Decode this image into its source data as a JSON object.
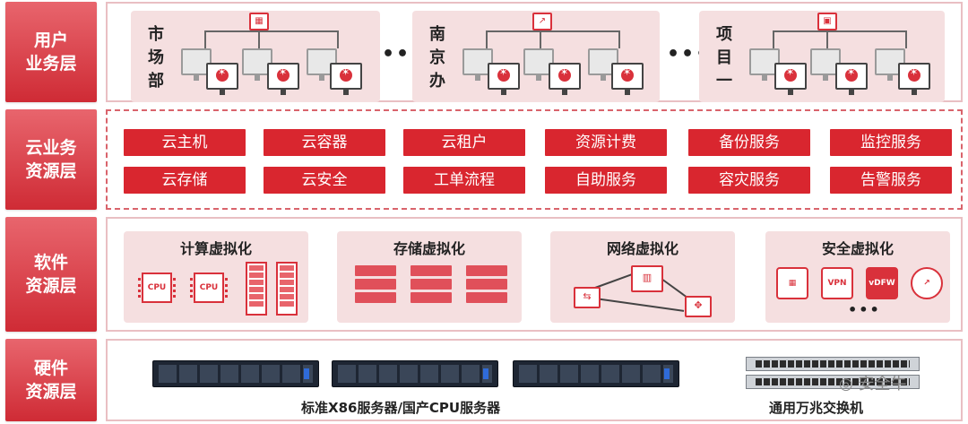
{
  "layers": {
    "user": {
      "label": [
        "用户",
        "业务层"
      ],
      "departments": [
        {
          "name": [
            "市",
            "场",
            "部"
          ]
        },
        {
          "name": [
            "南",
            "京",
            "办"
          ]
        },
        {
          "name": [
            "项",
            "目",
            "一"
          ]
        }
      ],
      "ellipsis": "•••"
    },
    "cloud": {
      "label": [
        "云业务",
        "资源层"
      ],
      "services": [
        "云主机",
        "云容器",
        "云租户",
        "资源计费",
        "备份服务",
        "监控服务",
        "云存储",
        "云安全",
        "工单流程",
        "自助服务",
        "容灾服务",
        "告警服务"
      ]
    },
    "software": {
      "label": [
        "软件",
        "资源层"
      ],
      "cards": [
        {
          "title": "计算虚拟化",
          "chip_label": "CPU"
        },
        {
          "title": "存储虚拟化"
        },
        {
          "title": "网络虚拟化"
        },
        {
          "title": "安全虚拟化",
          "vpn_label": "VPN",
          "vdfw_label": "vDFW",
          "ellipsis": "•••"
        }
      ]
    },
    "hardware": {
      "label": [
        "硬件",
        "资源层"
      ],
      "server_caption": "标准X86服务器/国产CPU服务器",
      "switch_caption": "通用万兆交换机"
    }
  },
  "watermark": "安全牛",
  "colors": {
    "accent": "#d9262f",
    "card_bg": "#f5dfe0",
    "label_gradient_top": "#e8656d",
    "label_gradient_bottom": "#cf2b35"
  }
}
